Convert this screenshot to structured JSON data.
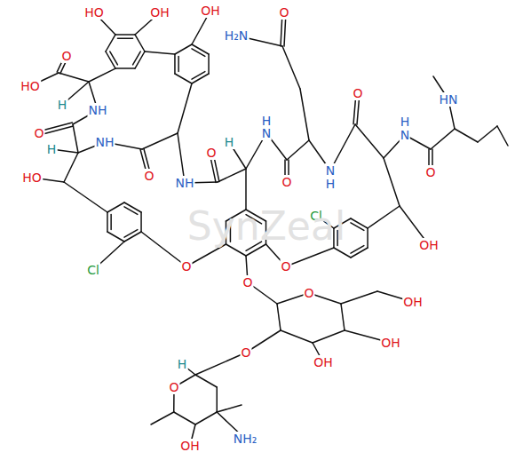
{
  "diagram": {
    "labels": [
      "HO",
      "OH",
      "OH",
      "O",
      "HO",
      "H",
      "NH",
      "O",
      "H",
      "NH",
      "HO",
      "O",
      "NH",
      "O",
      "H₂N",
      "H",
      "O",
      "N",
      "H",
      "O",
      "N",
      "H",
      "O",
      "H",
      "N",
      "HN",
      "O",
      "Cl",
      "OH",
      "Cl",
      "O",
      "O",
      "O",
      "O",
      "OH",
      "OH",
      "OH",
      "O",
      "H",
      "O",
      "NH₂",
      "OH",
      "SynZeal"
    ]
  }
}
